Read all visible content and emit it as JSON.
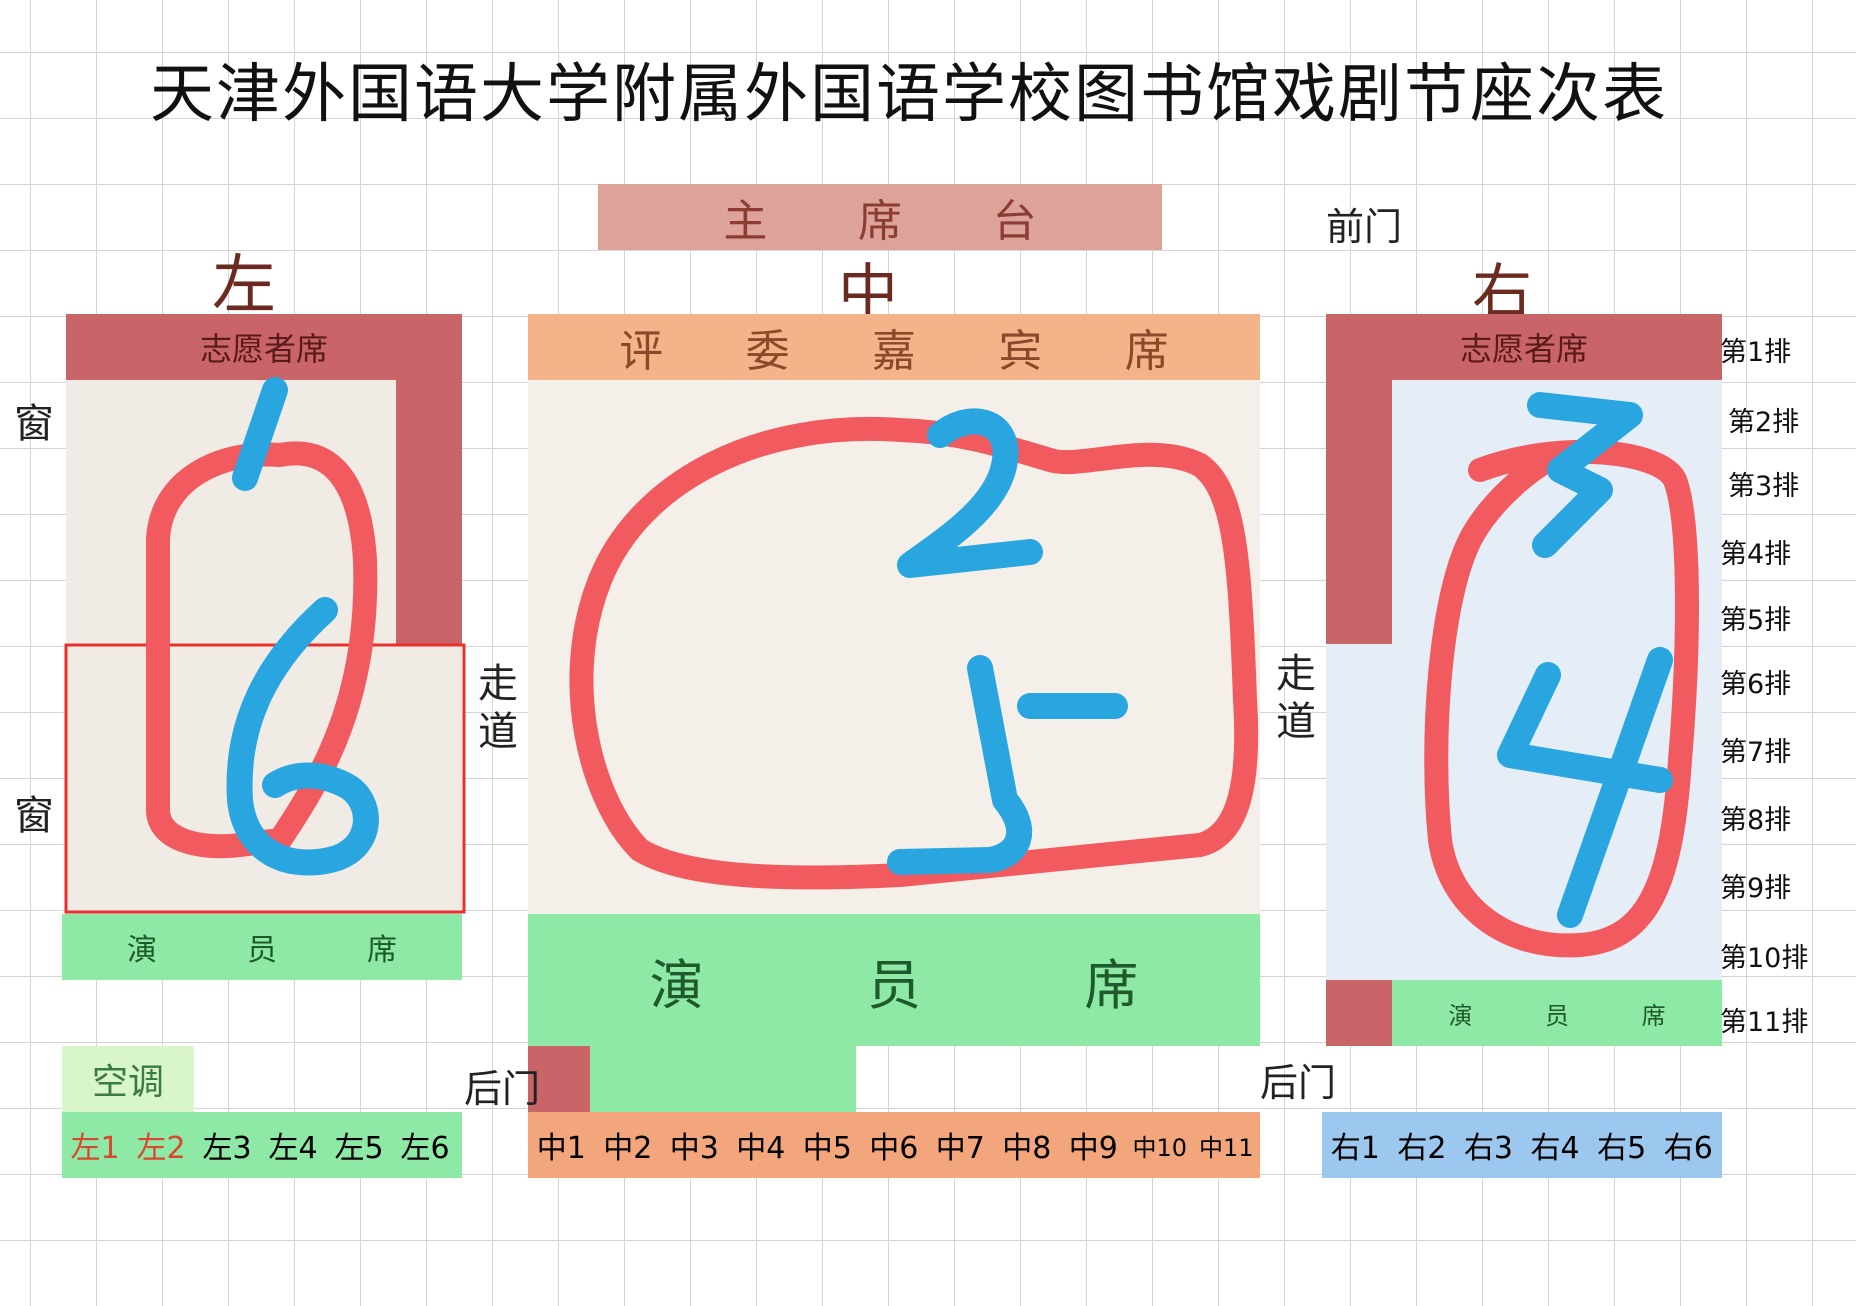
{
  "title": "天津外国语大学附属外国语学校图书馆戏剧节座次表",
  "stage": [
    "主",
    "席",
    "台"
  ],
  "front_door": "前门",
  "back_door_left": "后门",
  "back_door_right": "后门",
  "sections": {
    "left": "左",
    "center": "中",
    "right": "右"
  },
  "volunteer_seats": "志愿者席",
  "judges_seats": [
    "评",
    "委",
    "嘉",
    "宾",
    "席"
  ],
  "performer_seats": [
    "演",
    "员",
    "席"
  ],
  "window": "窗",
  "aisle": [
    "走",
    "道"
  ],
  "aircon": "空调",
  "rows": [
    "第1排",
    "第2排",
    "第3排",
    "第4排",
    "第5排",
    "第6排",
    "第7排",
    "第8排",
    "第9排",
    "第10排",
    "第11排"
  ],
  "seat_columns": {
    "left": [
      "左1",
      "左2",
      "左3",
      "左4",
      "左5",
      "左6"
    ],
    "center": [
      "中1",
      "中2",
      "中3",
      "中4",
      "中5",
      "中6",
      "中7",
      "中8",
      "中9",
      "中10",
      "中11"
    ],
    "right": [
      "右1",
      "右2",
      "右3",
      "右4",
      "右5",
      "右6"
    ]
  },
  "annotations": [
    "6",
    "2",
    "5",
    "3",
    "4"
  ],
  "colors": {
    "volunteer": "#c96468",
    "stage": "#dda39a",
    "judges": "#f4b48a",
    "performer": "#8ee8a6",
    "left_area": "#f1ebe6",
    "center_area": "#f4efe9",
    "right_area": "#e5edf6",
    "center_seat_bar": "#f3a67c",
    "right_seat_bar": "#9cc8ef",
    "aircon": "#d8f5cc",
    "ink_red": "#f15a5e",
    "ink_blue": "#29a5e0",
    "highlight_box": "#e8302c"
  }
}
